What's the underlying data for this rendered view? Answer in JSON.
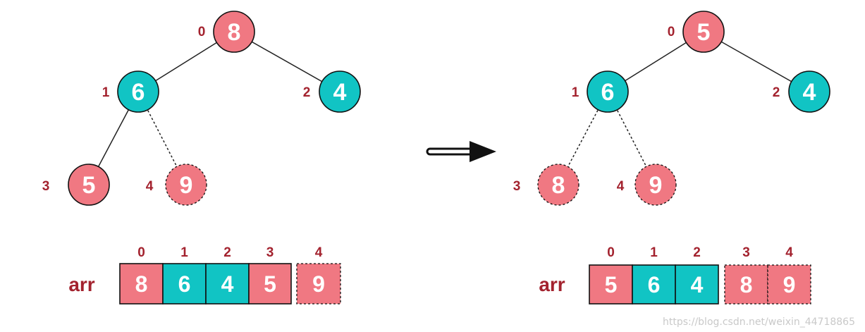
{
  "colors": {
    "pink": "#f07882",
    "teal": "#11c4c4",
    "index": "#a3222e"
  },
  "left_tree": {
    "nodes": [
      {
        "index": "0",
        "value": "8",
        "color": "pink",
        "dashed": false
      },
      {
        "index": "1",
        "value": "6",
        "color": "teal",
        "dashed": false
      },
      {
        "index": "2",
        "value": "4",
        "color": "teal",
        "dashed": false
      },
      {
        "index": "3",
        "value": "5",
        "color": "pink",
        "dashed": false
      },
      {
        "index": "4",
        "value": "9",
        "color": "pink",
        "dashed": true
      }
    ]
  },
  "right_tree": {
    "nodes": [
      {
        "index": "0",
        "value": "5",
        "color": "pink",
        "dashed": false
      },
      {
        "index": "1",
        "value": "6",
        "color": "teal",
        "dashed": false
      },
      {
        "index": "2",
        "value": "4",
        "color": "teal",
        "dashed": false
      },
      {
        "index": "3",
        "value": "8",
        "color": "pink",
        "dashed": true
      },
      {
        "index": "4",
        "value": "9",
        "color": "pink",
        "dashed": true
      }
    ]
  },
  "left_array": {
    "label": "arr",
    "cells": [
      {
        "index": "0",
        "value": "8",
        "color": "pink",
        "dashed": false
      },
      {
        "index": "1",
        "value": "6",
        "color": "teal",
        "dashed": false
      },
      {
        "index": "2",
        "value": "4",
        "color": "teal",
        "dashed": false
      },
      {
        "index": "3",
        "value": "5",
        "color": "pink",
        "dashed": false
      },
      {
        "index": "4",
        "value": "9",
        "color": "pink",
        "dashed": true
      }
    ]
  },
  "right_array": {
    "label": "arr",
    "cells": [
      {
        "index": "0",
        "value": "5",
        "color": "pink",
        "dashed": false
      },
      {
        "index": "1",
        "value": "6",
        "color": "teal",
        "dashed": false
      },
      {
        "index": "2",
        "value": "4",
        "color": "teal",
        "dashed": false
      },
      {
        "index": "3",
        "value": "8",
        "color": "pink",
        "dashed": true
      },
      {
        "index": "4",
        "value": "9",
        "color": "pink",
        "dashed": true
      }
    ]
  },
  "watermark": "https://blog.csdn.net/weixin_44718865"
}
